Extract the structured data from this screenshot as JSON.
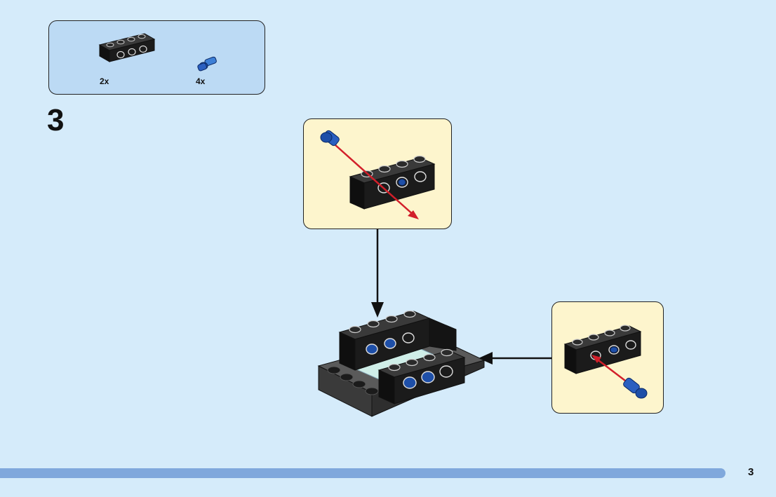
{
  "parts_list": {
    "items": [
      {
        "part": "technic-brick-1x4",
        "color": "#1b1b1b",
        "quantity": "2x"
      },
      {
        "part": "technic-pin-blue",
        "color": "#1e4fa8",
        "quantity": "4x"
      }
    ]
  },
  "step": {
    "number": "3"
  },
  "page": {
    "number": "3"
  },
  "colors": {
    "background": "#d5ebfa",
    "parts_box": "#bcdaf4",
    "callout": "#fdf5cd",
    "footer_bar": "#80a8dc",
    "insert_arrow": "#d21f2a",
    "brick": "#1b1b1b",
    "pin": "#1e4fa8",
    "base_plate": "#4a4a4a"
  }
}
